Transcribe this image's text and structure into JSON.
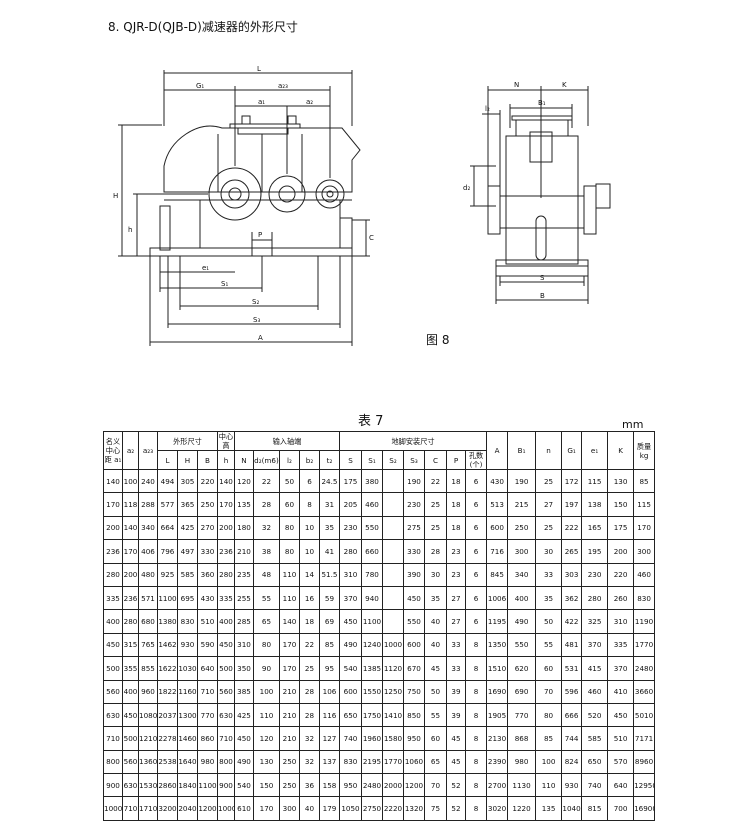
{
  "heading": "8. QJR-D(QJB-D)减速器的外形尺寸",
  "figure": {
    "caption": "图 8",
    "front_labels": [
      "L",
      "G₁",
      "a₂₃",
      "a₁",
      "a₂",
      "H",
      "h",
      "P",
      "C",
      "e₁",
      "S₁",
      "S₂",
      "S₃",
      "A"
    ],
    "side_labels": [
      "N",
      "K",
      "B₁",
      "l₂",
      "d₂",
      "S",
      "B"
    ]
  },
  "table": {
    "title": "表 7",
    "unit": "mm",
    "groups": {
      "center_dist": "名义中心距 a₁",
      "outer": "外形尺寸",
      "center_h": "中心高",
      "input_shaft": "输入轴端",
      "foot": "地脚安装尺寸",
      "weight": "质量 kg"
    },
    "columns": [
      "a₂",
      "a₂₃",
      "L",
      "H",
      "B",
      "h",
      "N",
      "d₂(m6)",
      "l₂",
      "b₂",
      "t₂",
      "S",
      "S₁",
      "S₂",
      "S₃",
      "C",
      "P",
      "孔数(个)",
      "A",
      "B₁",
      "n",
      "G₁",
      "e₁",
      "K"
    ],
    "rows": [
      [
        "140",
        "100",
        "240",
        "494",
        "305",
        "220",
        "140",
        "120",
        "22",
        "50",
        "6",
        "24.5",
        "175",
        "380",
        "",
        "190",
        "22",
        "18",
        "6",
        "430",
        "190",
        "25",
        "172",
        "115",
        "130",
        "85"
      ],
      [
        "170",
        "118",
        "288",
        "577",
        "365",
        "250",
        "170",
        "135",
        "28",
        "60",
        "8",
        "31",
        "205",
        "460",
        "",
        "230",
        "25",
        "18",
        "6",
        "513",
        "215",
        "27",
        "197",
        "138",
        "150",
        "115"
      ],
      [
        "200",
        "140",
        "340",
        "664",
        "425",
        "270",
        "200",
        "180",
        "32",
        "80",
        "10",
        "35",
        "230",
        "550",
        "",
        "275",
        "25",
        "18",
        "6",
        "600",
        "250",
        "25",
        "222",
        "165",
        "175",
        "170"
      ],
      [
        "236",
        "170",
        "406",
        "796",
        "497",
        "330",
        "236",
        "210",
        "38",
        "80",
        "10",
        "41",
        "280",
        "660",
        "",
        "330",
        "28",
        "23",
        "6",
        "716",
        "300",
        "30",
        "265",
        "195",
        "200",
        "300"
      ],
      [
        "280",
        "200",
        "480",
        "925",
        "585",
        "360",
        "280",
        "235",
        "48",
        "110",
        "14",
        "51.5",
        "310",
        "780",
        "",
        "390",
        "30",
        "23",
        "6",
        "845",
        "340",
        "33",
        "303",
        "230",
        "220",
        "460"
      ],
      [
        "335",
        "236",
        "571",
        "1100",
        "695",
        "430",
        "335",
        "255",
        "55",
        "110",
        "16",
        "59",
        "370",
        "940",
        "",
        "450",
        "35",
        "27",
        "6",
        "1006",
        "400",
        "35",
        "362",
        "280",
        "260",
        "830"
      ],
      [
        "400",
        "280",
        "680",
        "1380",
        "830",
        "510",
        "400",
        "285",
        "65",
        "140",
        "18",
        "69",
        "450",
        "1100",
        "",
        "550",
        "40",
        "27",
        "6",
        "1195",
        "490",
        "50",
        "422",
        "325",
        "310",
        "1190"
      ],
      [
        "450",
        "315",
        "765",
        "1462",
        "930",
        "590",
        "450",
        "310",
        "80",
        "170",
        "22",
        "85",
        "490",
        "1240",
        "1000",
        "600",
        "40",
        "33",
        "8",
        "1350",
        "550",
        "55",
        "481",
        "370",
        "335",
        "1770"
      ],
      [
        "500",
        "355",
        "855",
        "1622",
        "1030",
        "640",
        "500",
        "350",
        "90",
        "170",
        "25",
        "95",
        "540",
        "1385",
        "1120",
        "670",
        "45",
        "33",
        "8",
        "1510",
        "620",
        "60",
        "531",
        "415",
        "370",
        "2480"
      ],
      [
        "560",
        "400",
        "960",
        "1822",
        "1160",
        "710",
        "560",
        "385",
        "100",
        "210",
        "28",
        "106",
        "600",
        "1550",
        "1250",
        "750",
        "50",
        "39",
        "8",
        "1690",
        "690",
        "70",
        "596",
        "460",
        "410",
        "3660"
      ],
      [
        "630",
        "450",
        "1080",
        "2037",
        "1300",
        "770",
        "630",
        "425",
        "110",
        "210",
        "28",
        "116",
        "650",
        "1750",
        "1410",
        "850",
        "55",
        "39",
        "8",
        "1905",
        "770",
        "80",
        "666",
        "520",
        "450",
        "5010"
      ],
      [
        "710",
        "500",
        "1210",
        "2278",
        "1460",
        "860",
        "710",
        "450",
        "120",
        "210",
        "32",
        "127",
        "740",
        "1960",
        "1580",
        "950",
        "60",
        "45",
        "8",
        "2130",
        "868",
        "85",
        "744",
        "585",
        "510",
        "7171"
      ],
      [
        "800",
        "560",
        "1360",
        "2538",
        "1640",
        "980",
        "800",
        "490",
        "130",
        "250",
        "32",
        "137",
        "830",
        "2195",
        "1770",
        "1060",
        "65",
        "45",
        "8",
        "2390",
        "980",
        "100",
        "824",
        "650",
        "570",
        "8960"
      ],
      [
        "900",
        "630",
        "1530",
        "2860",
        "1840",
        "1100",
        "900",
        "540",
        "150",
        "250",
        "36",
        "158",
        "950",
        "2480",
        "2000",
        "1200",
        "70",
        "52",
        "8",
        "2700",
        "1130",
        "110",
        "930",
        "740",
        "640",
        "12950"
      ],
      [
        "1000",
        "710",
        "1710",
        "3200",
        "2040",
        "1200",
        "1000",
        "610",
        "170",
        "300",
        "40",
        "179",
        "1050",
        "2750",
        "2220",
        "1320",
        "75",
        "52",
        "8",
        "3020",
        "1220",
        "135",
        "1040",
        "815",
        "700",
        "16900"
      ]
    ]
  }
}
